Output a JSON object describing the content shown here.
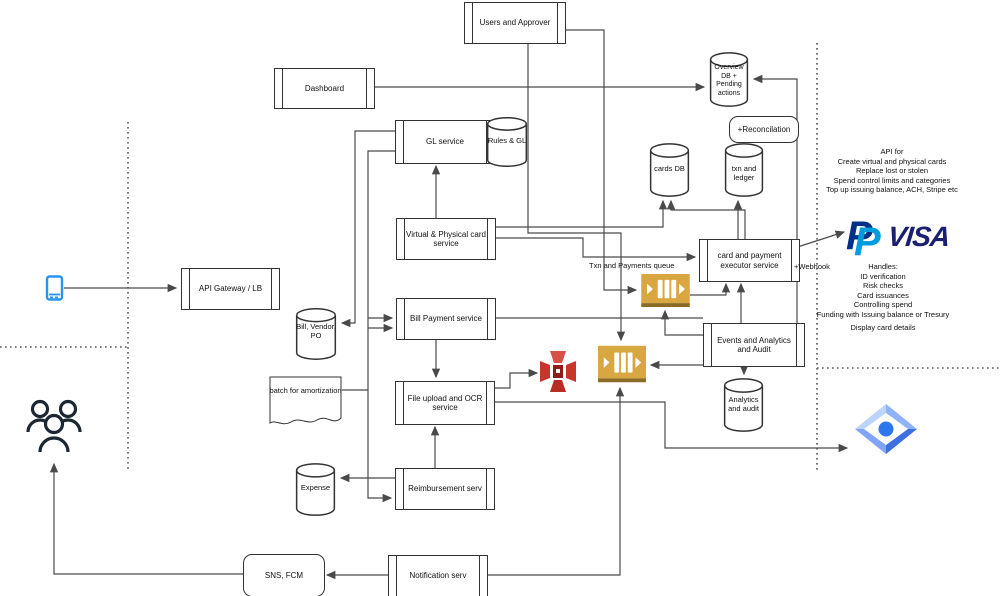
{
  "nodes": {
    "users_approver": {
      "label": "Users and Approver"
    },
    "dashboard": {
      "label": "Dashboard"
    },
    "gl_service": {
      "label": "GL service"
    },
    "vp_card_service": {
      "label": "Virtual & Physical card service"
    },
    "bill_payment": {
      "label": "Bill Payment service"
    },
    "file_ocr": {
      "label": "File upload and OCR service"
    },
    "reimbursement": {
      "label": "Reimbursement serv"
    },
    "notification": {
      "label": "Notification serv"
    },
    "api_gateway": {
      "label": "API Gateway / LB"
    },
    "executor": {
      "label": "card and payment executor service"
    },
    "events_analytics": {
      "label": "Events and Analytics and Audit"
    },
    "reconcilation": {
      "label": "+Reconcilation"
    },
    "sns_fcm": {
      "label": "SNS, FCM"
    },
    "batch_doc": {
      "label": "batch for amortization"
    }
  },
  "datastores": {
    "rules_gl": {
      "label": "Rules & GL"
    },
    "overview_db": {
      "label": "Overview DB + Pending actions"
    },
    "cards_db": {
      "label": "cards DB"
    },
    "txn_ledger": {
      "label": "txn and ledger"
    },
    "bill_vendor_po": {
      "label": "Bill, Vendor, PO"
    },
    "expense": {
      "label": "Expense"
    },
    "analytics_audit": {
      "label": "Analytics and audit"
    }
  },
  "annotations": {
    "txn_queue_label": "Txn and Payments queue",
    "webhook_label": "+Webhook",
    "api_notes": "API for\nCreate virtual and physical cards\nReplace lost or stolen\nSpend control limits and categories\nTop up issuing balance, ACH, Stripe etc",
    "handles_notes": "Handles:\nID verification\nRisk checks\nCard issuances\nControlling spend\nFunding with Issuing balance or Tresury",
    "display_note": "Display card details",
    "visa_text": "VISA",
    "paypal_letter": "P"
  },
  "icons": {
    "phone": "mobile-client",
    "people": "end-users",
    "queue1": "sqs-txn-payments-queue",
    "queue2": "sqs-events-queue",
    "s3": "s3-storage",
    "diamond": "analytics-service"
  },
  "colors": {
    "sqs_orange": "#D9A741",
    "s3_red": "#C7362C",
    "paypal_dark": "#003087",
    "paypal_light": "#009CDE",
    "visa_blue": "#1A1F71",
    "phone_blue": "#2794F3",
    "diamond_blue": "#3D7BF0",
    "line": "#4a4a4a"
  },
  "connections": [
    [
      "mobile-client",
      "api_gateway"
    ],
    [
      "dashboard",
      "overview_db"
    ],
    [
      "events_analytics",
      "overview_db"
    ],
    [
      "users_approver",
      "sqs-txn-payments-queue"
    ],
    [
      "users_approver",
      "sqs-events-queue"
    ],
    [
      "vp_card_service",
      "cards_db"
    ],
    [
      "executor",
      "cards_db"
    ],
    [
      "executor",
      "txn_ledger"
    ],
    [
      "vp_card_service",
      "executor"
    ],
    [
      "sqs-txn-payments-queue",
      "executor"
    ],
    [
      "events_analytics",
      "executor"
    ],
    [
      "events_analytics",
      "analytics_audit"
    ],
    [
      "events_analytics",
      "sqs-events-queue"
    ],
    [
      "events_analytics",
      "sqs-txn-payments-queue"
    ],
    [
      "file_ocr",
      "analytics-service"
    ],
    [
      "notification",
      "sqs-events-queue"
    ],
    [
      "notification",
      "sns_fcm"
    ],
    [
      "sns_fcm",
      "end-users"
    ],
    [
      "gl_service",
      "bill_vendor_po"
    ],
    [
      "gl_service",
      "reimbursement"
    ],
    [
      "gl_service",
      "bill_payment"
    ],
    [
      "bill_payment",
      "file_ocr"
    ],
    [
      "reimbursement",
      "file_ocr"
    ],
    [
      "reimbursement",
      "expense"
    ],
    [
      "batch_doc",
      "bill_payment"
    ],
    [
      "file_ocr",
      "s3-storage"
    ],
    [
      "executor",
      "paypal-visa"
    ],
    [
      "events_analytics",
      "bill_payment"
    ],
    [
      "vp_card_service",
      "gl_service"
    ],
    [
      "gl_service",
      "rules_gl"
    ]
  ]
}
